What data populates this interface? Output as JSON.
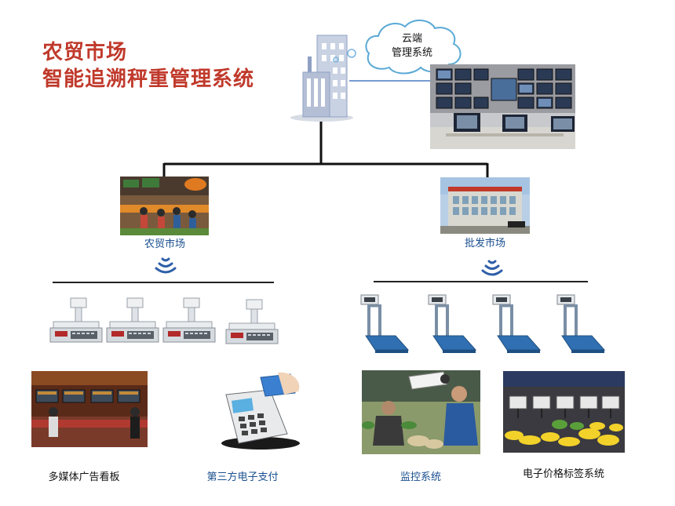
{
  "title": {
    "line1": "农贸市场",
    "line2": "智能追溯秤重管理系统"
  },
  "cloud": {
    "line1": "云端",
    "line2": "管理系统"
  },
  "sites": {
    "left": "农贸市场",
    "right": "批发市场"
  },
  "apps": [
    {
      "label": "多媒体广告看板",
      "color": "#111111"
    },
    {
      "label": "第三方电子支付",
      "color": "#1a4f8f"
    },
    {
      "label": "监控系统",
      "color": "#1a4f8f"
    },
    {
      "label": "电子价格标签系统",
      "color": "#111111"
    }
  ],
  "colors": {
    "title": "#c0392b",
    "link": "#1a4f8f",
    "wifi": "#2e5fa8"
  }
}
